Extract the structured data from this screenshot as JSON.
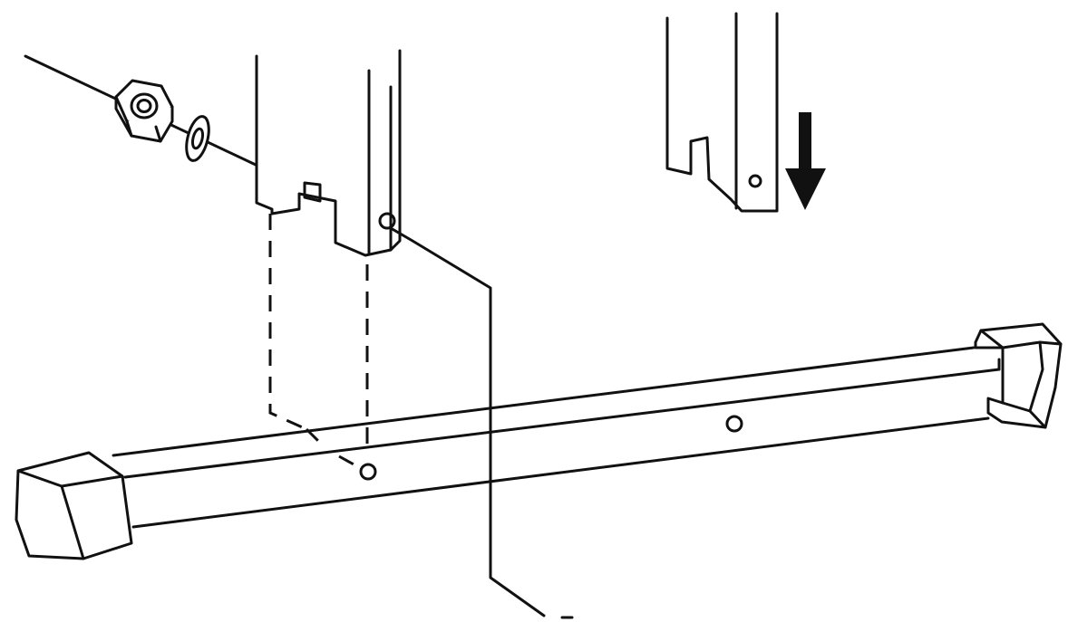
{
  "diagram": {
    "kind": "exploded-assembly-illustration",
    "parts": [
      {
        "name": "hex-nut"
      },
      {
        "name": "washer"
      },
      {
        "name": "bolt"
      },
      {
        "name": "notched-bracket"
      },
      {
        "name": "bracket-detail"
      },
      {
        "name": "direction-arrow",
        "direction": "down"
      },
      {
        "name": "cross-bar"
      },
      {
        "name": "left-end-cap"
      },
      {
        "name": "right-end-cap"
      },
      {
        "name": "cable"
      }
    ],
    "line_color": "#111111",
    "background": "#ffffff"
  }
}
